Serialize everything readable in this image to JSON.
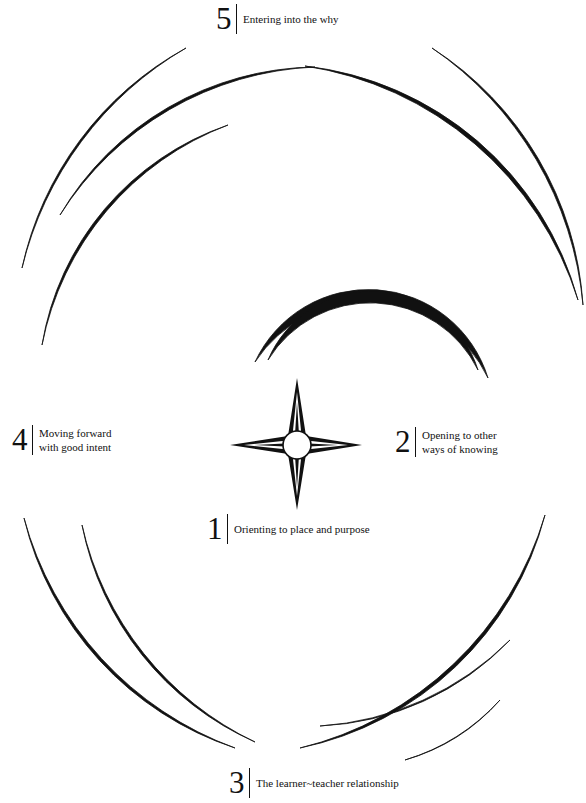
{
  "diagram": {
    "labels": [
      "5",
      "Entering into the why",
      "4",
      "Moving forward with good intent",
      "2",
      "Opening to other ways of knowing",
      "1",
      "Orienting to place and purpose",
      "3",
      "The learner~teacher relationship"
    ]
  }
}
